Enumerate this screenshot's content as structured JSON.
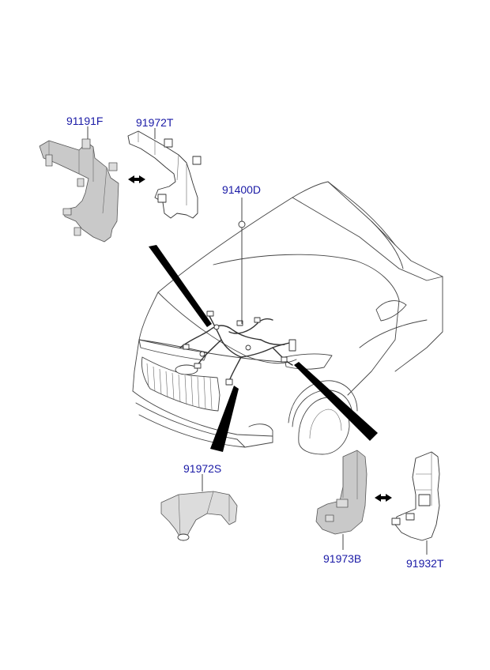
{
  "parts": {
    "p91191F": "91191F",
    "p91972T": "91972T",
    "p91400D": "91400D",
    "p91972S": "91972S",
    "p91973B": "91973B",
    "p91932T": "91932T"
  },
  "colors": {
    "label": "#1a1aa6",
    "part_fill": "#c9c9c9",
    "outline": "#444444"
  }
}
